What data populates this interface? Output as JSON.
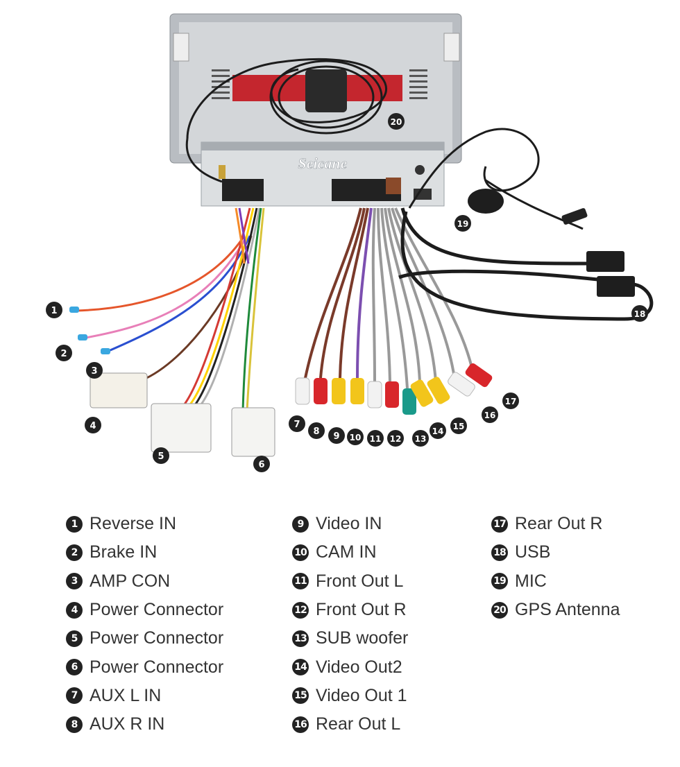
{
  "brand": "Seicane",
  "callouts": [
    {
      "n": "1"
    },
    {
      "n": "2"
    },
    {
      "n": "3"
    },
    {
      "n": "4"
    },
    {
      "n": "5"
    },
    {
      "n": "6"
    },
    {
      "n": "7"
    },
    {
      "n": "8"
    },
    {
      "n": "9"
    },
    {
      "n": "10"
    },
    {
      "n": "11"
    },
    {
      "n": "12"
    },
    {
      "n": "13"
    },
    {
      "n": "14"
    },
    {
      "n": "15"
    },
    {
      "n": "16"
    },
    {
      "n": "17"
    },
    {
      "n": "18"
    },
    {
      "n": "19"
    },
    {
      "n": "20"
    }
  ],
  "legend": {
    "col1": [
      {
        "n": "1",
        "label": "Reverse IN"
      },
      {
        "n": "2",
        "label": "Brake IN"
      },
      {
        "n": "3",
        "label": "AMP CON"
      },
      {
        "n": "4",
        "label": "Power Connector"
      },
      {
        "n": "5",
        "label": "Power Connector"
      },
      {
        "n": "6",
        "label": "Power Connector"
      },
      {
        "n": "7",
        "label": "AUX L IN"
      },
      {
        "n": "8",
        "label": "AUX R IN"
      }
    ],
    "col2": [
      {
        "n": "9",
        "label": "Video IN"
      },
      {
        "n": "10",
        "label": "CAM IN"
      },
      {
        "n": "11",
        "label": "Front Out L"
      },
      {
        "n": "12",
        "label": "Front Out R"
      },
      {
        "n": "13",
        "label": "SUB woofer"
      },
      {
        "n": "14",
        "label": "Video Out2"
      },
      {
        "n": "15",
        "label": "Video Out 1"
      },
      {
        "n": "16",
        "label": "Rear Out L"
      }
    ],
    "col3": [
      {
        "n": "17",
        "label": "Rear Out R"
      },
      {
        "n": "18",
        "label": "USB"
      },
      {
        "n": "19",
        "label": "MIC"
      },
      {
        "n": "20",
        "label": "GPS Antenna"
      }
    ]
  },
  "colors": {
    "unit": "#c9cdd1",
    "cable": "#1c1c1c",
    "rca_red": "#d8262b",
    "rca_yellow": "#f2c51b",
    "rca_white": "#f2f2f2",
    "rca_green": "#1a9a8a",
    "badge": "#222222"
  }
}
